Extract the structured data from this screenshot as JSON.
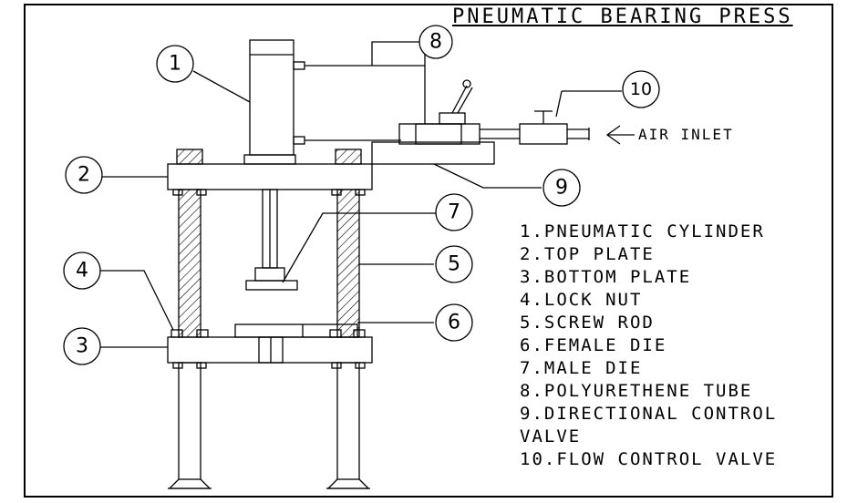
{
  "title": "PNEUMATIC BEARING PRESS",
  "air_inlet": "AIR INLET",
  "callouts": [
    "1",
    "2",
    "3",
    "4",
    "5",
    "6",
    "7",
    "8",
    "9",
    "10"
  ],
  "legend": [
    "1.PNEUMATIC CYLINDER",
    "2.TOP PLATE",
    "3.BOTTOM PLATE",
    "4.LOCK NUT",
    "5.SCREW ROD",
    "6.FEMALE DIE",
    "7.MALE DIE",
    "8.POLYURETHENE TUBE",
    "9.DIRECTIONAL CONTROL",
    "VALVE",
    "10.FLOW CONTROL VALVE"
  ]
}
